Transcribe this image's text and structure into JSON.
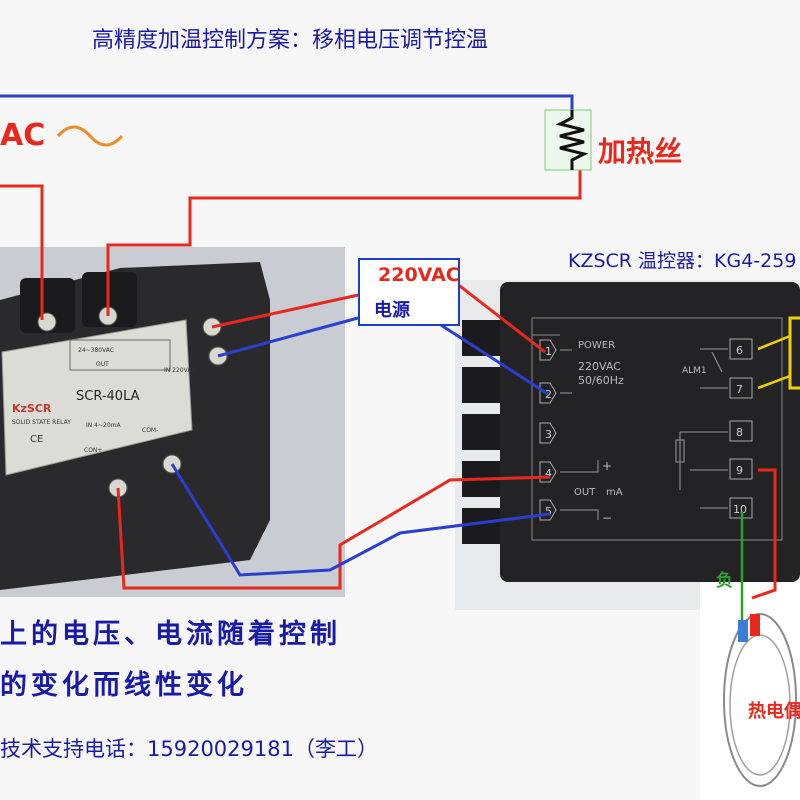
{
  "title": "高精度加温控制方案：移相电压调节控温",
  "ac_label": "AC",
  "heater_label": "加热丝",
  "controller_label": "KZSCR 温控器：KG4-259",
  "power_box": {
    "voltage": "220VAC",
    "label": "电源"
  },
  "description": {
    "line1": "上的电压、电流随着控制",
    "line2": "的变化而线性变化"
  },
  "support_text": "技术支持电话：15920029181（李工）",
  "negative_label": "负",
  "thermocouple_label": "热电偶",
  "relay": {
    "brand": "KzSCR",
    "subtitle": "SOLID STATE RELAY",
    "model": "SCR-40LA",
    "out_range": "24~380VAC",
    "out_label": "OUT",
    "in_label": "IN 220VAC",
    "ctrl_in": "IN 4~20mA",
    "com_minus": "COM-",
    "con_plus": "CON+",
    "ce": "CE"
  },
  "controller": {
    "power": "POWER",
    "voltage": "220VAC",
    "freq": "50/60Hz",
    "alm": "ALM1",
    "out": "OUT",
    "ma": "mA",
    "plus": "+",
    "minus": "−",
    "left_terminals": [
      "1",
      "2",
      "3",
      "4",
      "5"
    ],
    "right_terminals": [
      "6",
      "7",
      "8",
      "9",
      "10"
    ]
  },
  "colors": {
    "title_blue": "#1a1aa8",
    "wire_red": "#e8281d",
    "wire_blue": "#2a3fcf",
    "wire_yellow": "#f0d000",
    "wire_green": "#2ba12b"
  }
}
